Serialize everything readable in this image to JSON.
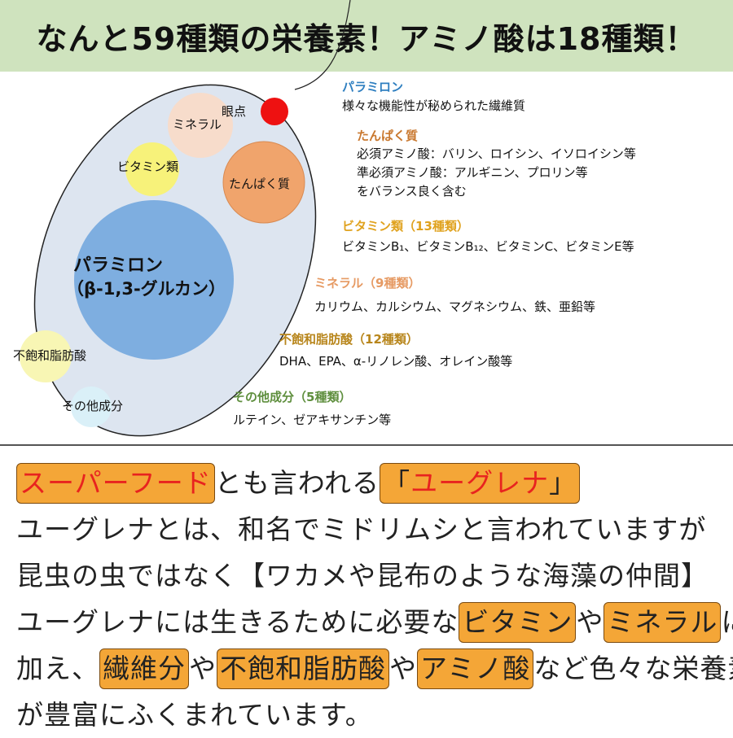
{
  "banner": {
    "title": "なんと59種類の栄養素！アミノ酸は18種類！"
  },
  "diagram": {
    "circles": {
      "eyespot": "眼点",
      "mineral": "ミネラル",
      "vitamin": "ビタミン類",
      "protein": "たんぱく質",
      "paramylon_line1": "パラミロン",
      "paramylon_line2": "（β-1,3-グルカン）",
      "fatty_acid": "不飽和脂肪酸",
      "other": "その他成分"
    },
    "legend": {
      "paramylon": {
        "heading": "パラミロン",
        "color": "#2f7fc0",
        "lines": [
          "様々な機能性が秘められた繊維質"
        ]
      },
      "protein": {
        "heading": "たんぱく質",
        "color": "#c9782f",
        "lines": [
          "必須アミノ酸：バリン、ロイシン、イソロイシン等",
          "準必須アミノ酸：アルギニン、プロリン等",
          "をバランス良く含む"
        ]
      },
      "vitamin": {
        "heading": "ビタミン類（13種類）",
        "color": "#e0a21e",
        "line": "ビタミンB₁、ビタミンB₁₂、ビタミンC、ビタミンE等"
      },
      "mineral": {
        "heading": "ミネラル（9種類）",
        "color": "#e69a63",
        "line": "カリウム、カルシウム、マグネシウム、鉄、亜鉛等"
      },
      "fatty_acid": {
        "heading": "不飽和脂肪酸（12種類）",
        "color": "#b8861c",
        "line": "DHA、EPA、α-リノレン酸、オレイン酸等"
      },
      "other": {
        "heading": "その他成分（5種類）",
        "color": "#5f8f3e",
        "line": "ルテイン、ゼアキサンチン等"
      }
    }
  },
  "text": {
    "l1a": "スーパーフード",
    "l1b": "とも言われる",
    "l1c": "「",
    "l1d": "ユーグレナ",
    "l1e": "」",
    "l2": "ユーグレナとは、和名でミドリムシと言われていますが",
    "l3": "昆虫の虫ではなく【ワカメや昆布のような海藻の仲間】",
    "l4a": "ユーグレナには生きるために必要な",
    "l4b": "ビタミン",
    "l4c": "や",
    "l4d": "ミネラル",
    "l4e": "に",
    "l5a": "加え、",
    "l5b": "繊維分",
    "l5c": "や",
    "l5d": "不飽和脂肪酸",
    "l5e": "や",
    "l5f": "アミノ酸",
    "l5g": "など色々な栄養素",
    "l6": "が豊富にふくまれています。"
  }
}
